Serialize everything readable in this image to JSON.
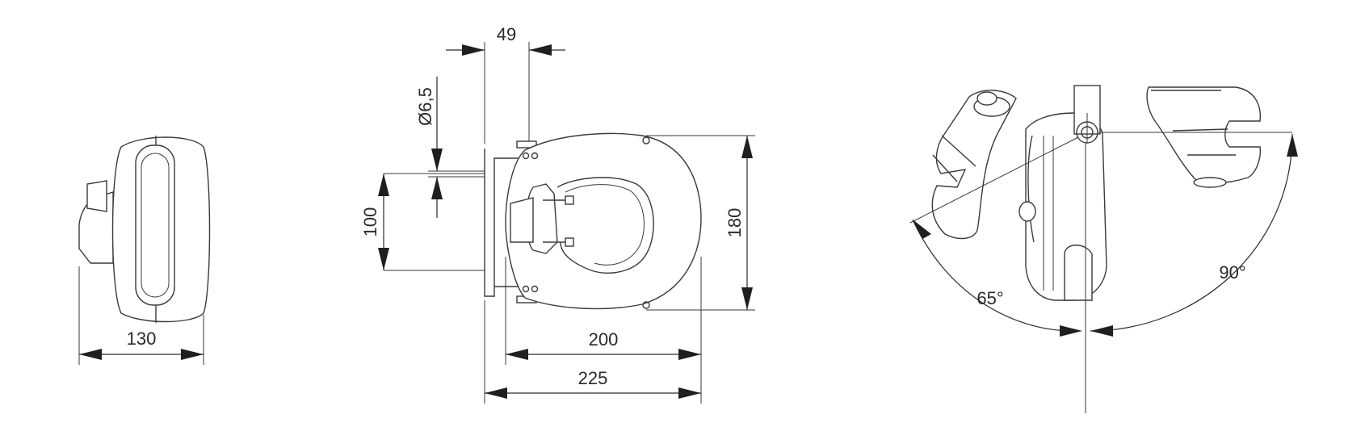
{
  "dimensions": {
    "width_side_view": "130",
    "mount_offset": "49",
    "hole_diameter": "Ø6,5",
    "hole_spacing": "100",
    "height": "180",
    "body_width": "200",
    "overall_width": "225",
    "swivel_left_angle": "65°",
    "swivel_right_angle": "90°"
  },
  "colors": {
    "line": "#3a3a3a",
    "arrow": "#1f1f1f",
    "background": "#ffffff"
  }
}
